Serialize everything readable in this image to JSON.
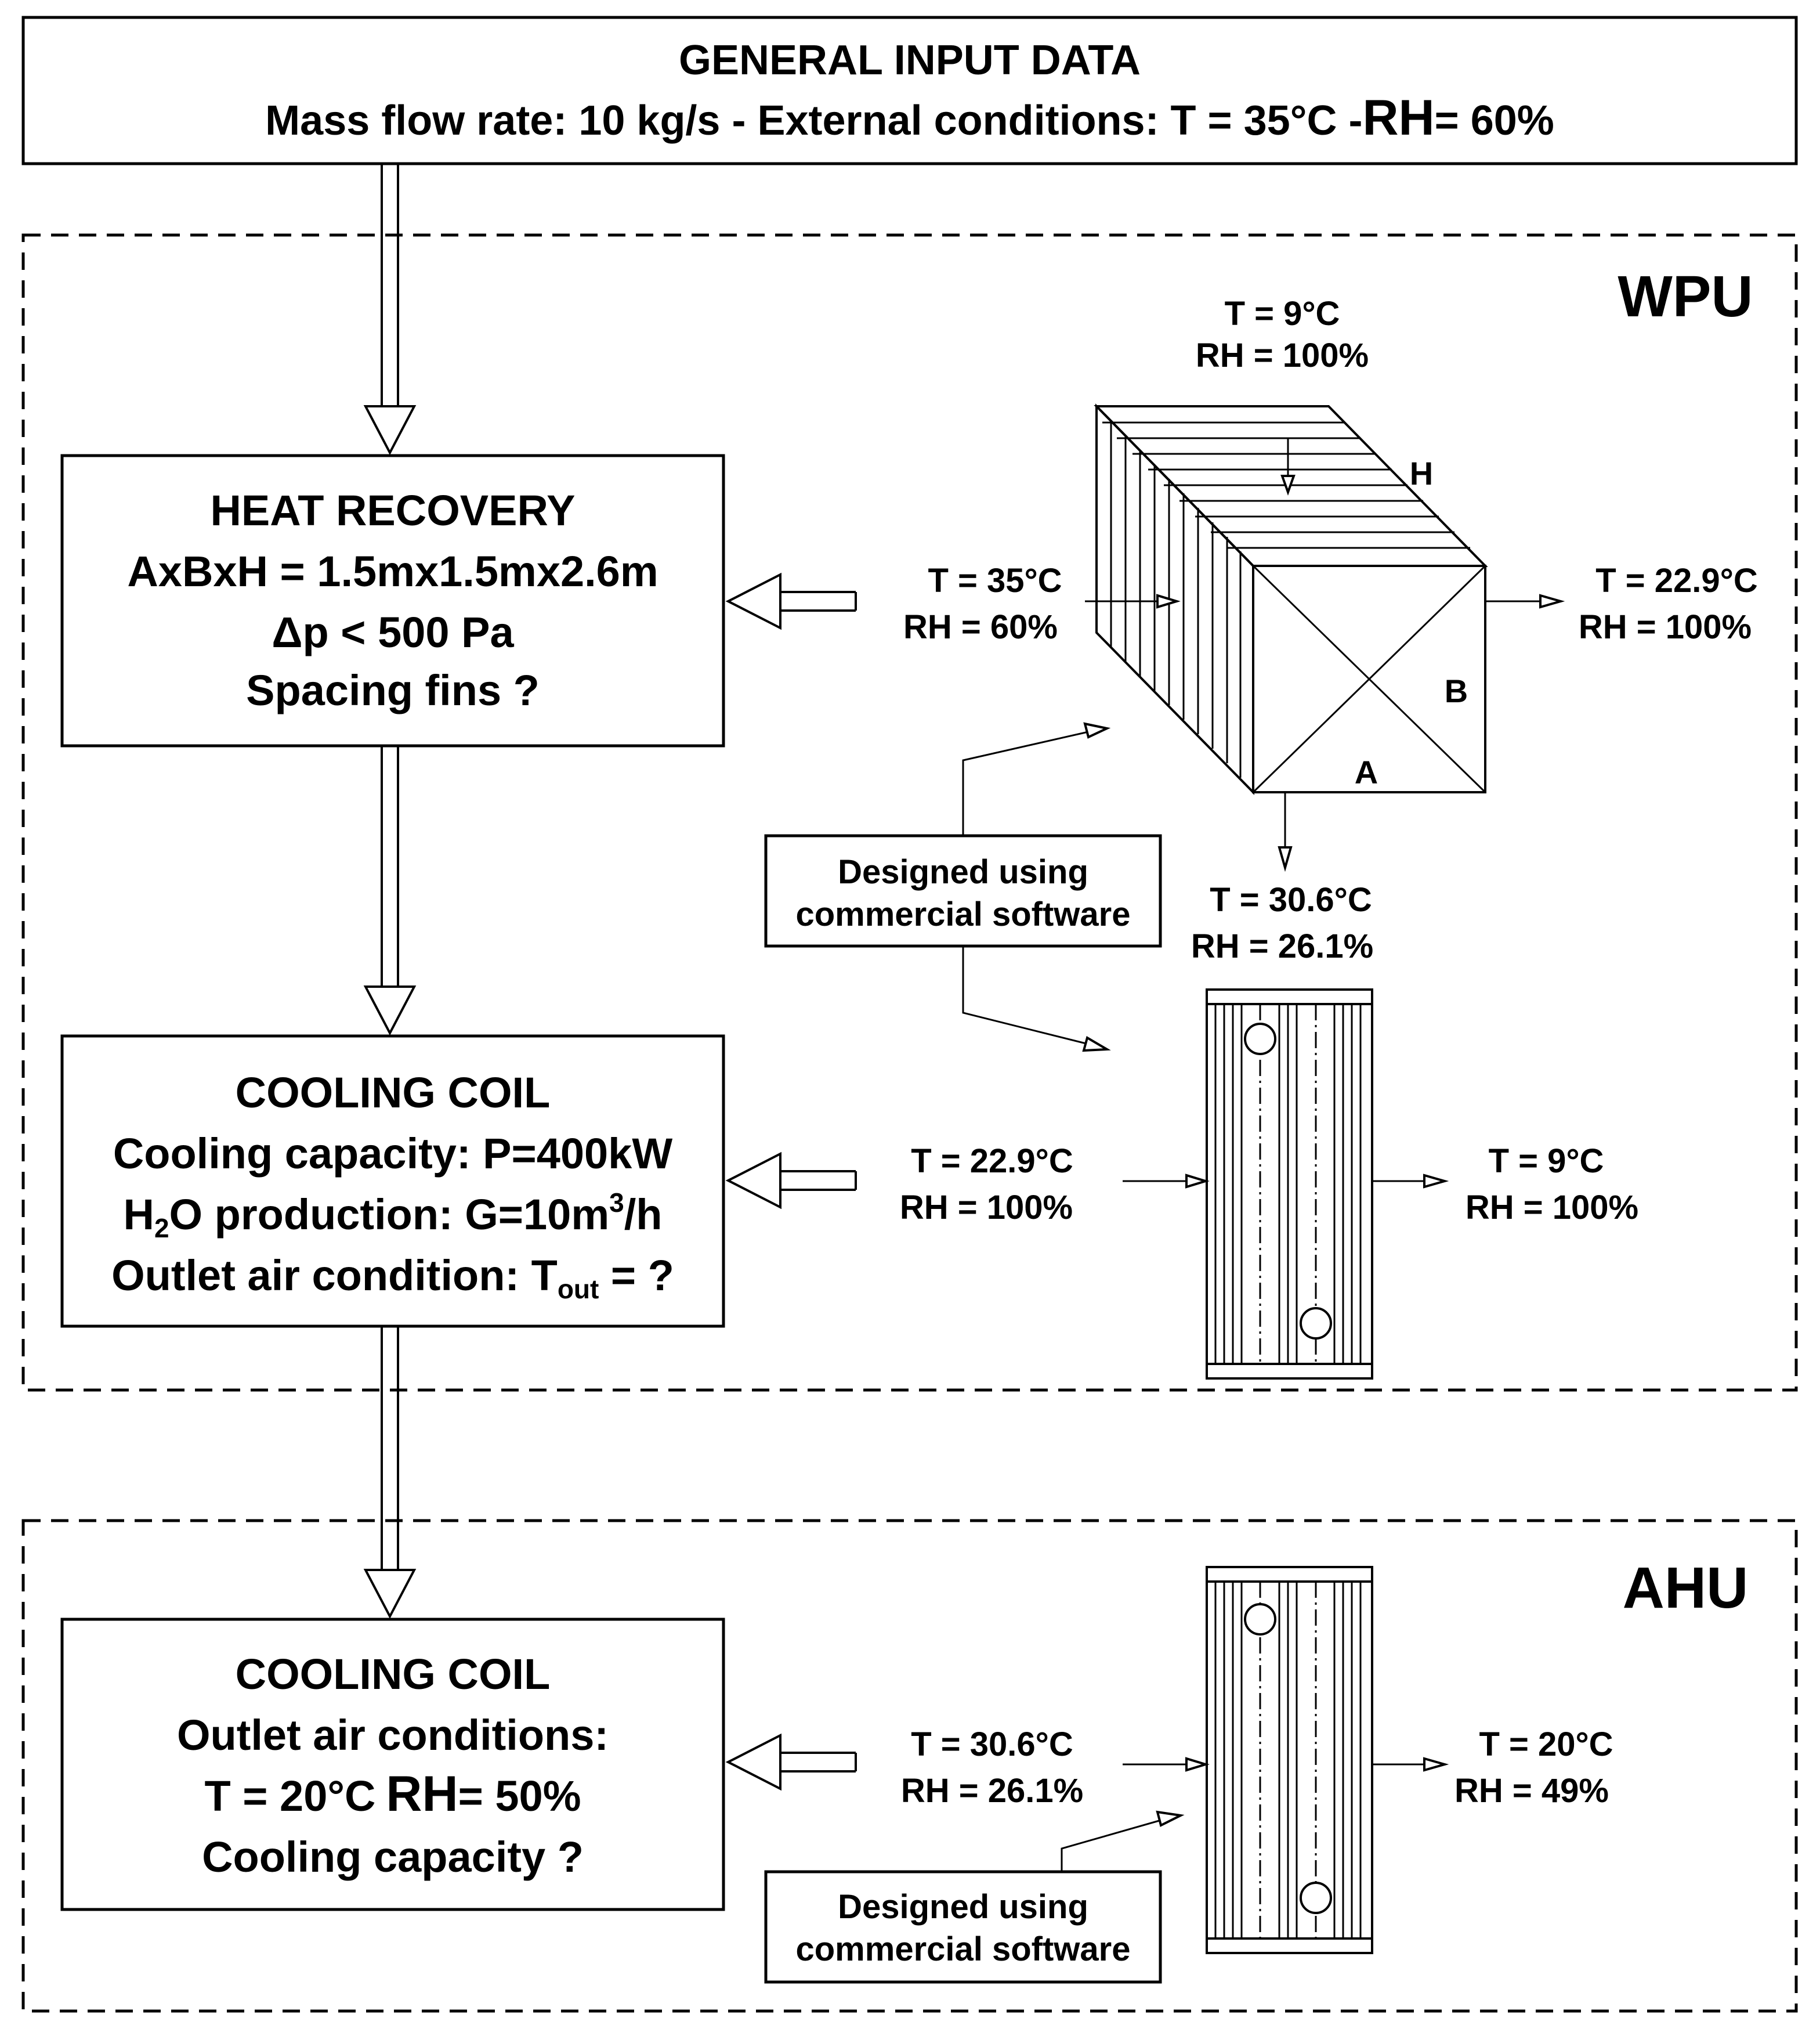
{
  "general": {
    "title": "GENERAL INPUT DATA",
    "line1": "Mass flow rate: 10 kg/s - External conditions: T = 35°C -",
    "rh_label": "RH",
    "line1_end": "= 60%"
  },
  "wpu": {
    "label": "WPU",
    "heat_recovery": {
      "title": "HEAT RECOVERY",
      "dims": "AxBxH = 1.5mx1.5mx2.6m",
      "dp": "Δp < 500 Pa",
      "question": "Spacing fins ?"
    },
    "cooling_coil": {
      "title": "COOLING COIL",
      "capacity": "Cooling capacity: P=400kW",
      "h2o_prefix": "H",
      "h2o_sub": "2",
      "h2o_mid": "O production: G=10m",
      "h2o_sup": "3",
      "h2o_end": "/h",
      "outlet_prefix": "Outlet air condition:  T",
      "outlet_sub": "out",
      "outlet_end": " = ?"
    },
    "hx_top": {
      "t": "T = 9°C",
      "rh": "RH = 100%"
    },
    "hx_in": {
      "t": "T = 35°C",
      "rh": "RH = 60%"
    },
    "hx_out": {
      "t": "T = 22.9°C",
      "rh": "RH = 100%"
    },
    "hx_bottom": {
      "t": "T = 30.6°C",
      "rh": "RH = 26.1%"
    },
    "hx_labels": {
      "h": "H",
      "b": "B",
      "a": "A"
    },
    "note": {
      "line1": "Designed using",
      "line2": "commercial software"
    },
    "coil_in": {
      "t": "T = 22.9°C",
      "rh": "RH = 100%"
    },
    "coil_out": {
      "t": "T = 9°C",
      "rh": "RH = 100%"
    }
  },
  "ahu": {
    "label": "AHU",
    "cooling_coil": {
      "title": "COOLING COIL",
      "outlet": "Outlet air conditions:",
      "cond_t": "T = 20°C",
      "cond_rh_label": "RH",
      "cond_rh_val": "= 50%",
      "question": "Cooling capacity ?"
    },
    "coil_in": {
      "t": "T = 30.6°C",
      "rh": "RH = 26.1%"
    },
    "coil_out": {
      "t": "T = 20°C",
      "rh": "RH = 49%"
    },
    "note": {
      "line1": "Designed using",
      "line2": "commercial software"
    }
  }
}
